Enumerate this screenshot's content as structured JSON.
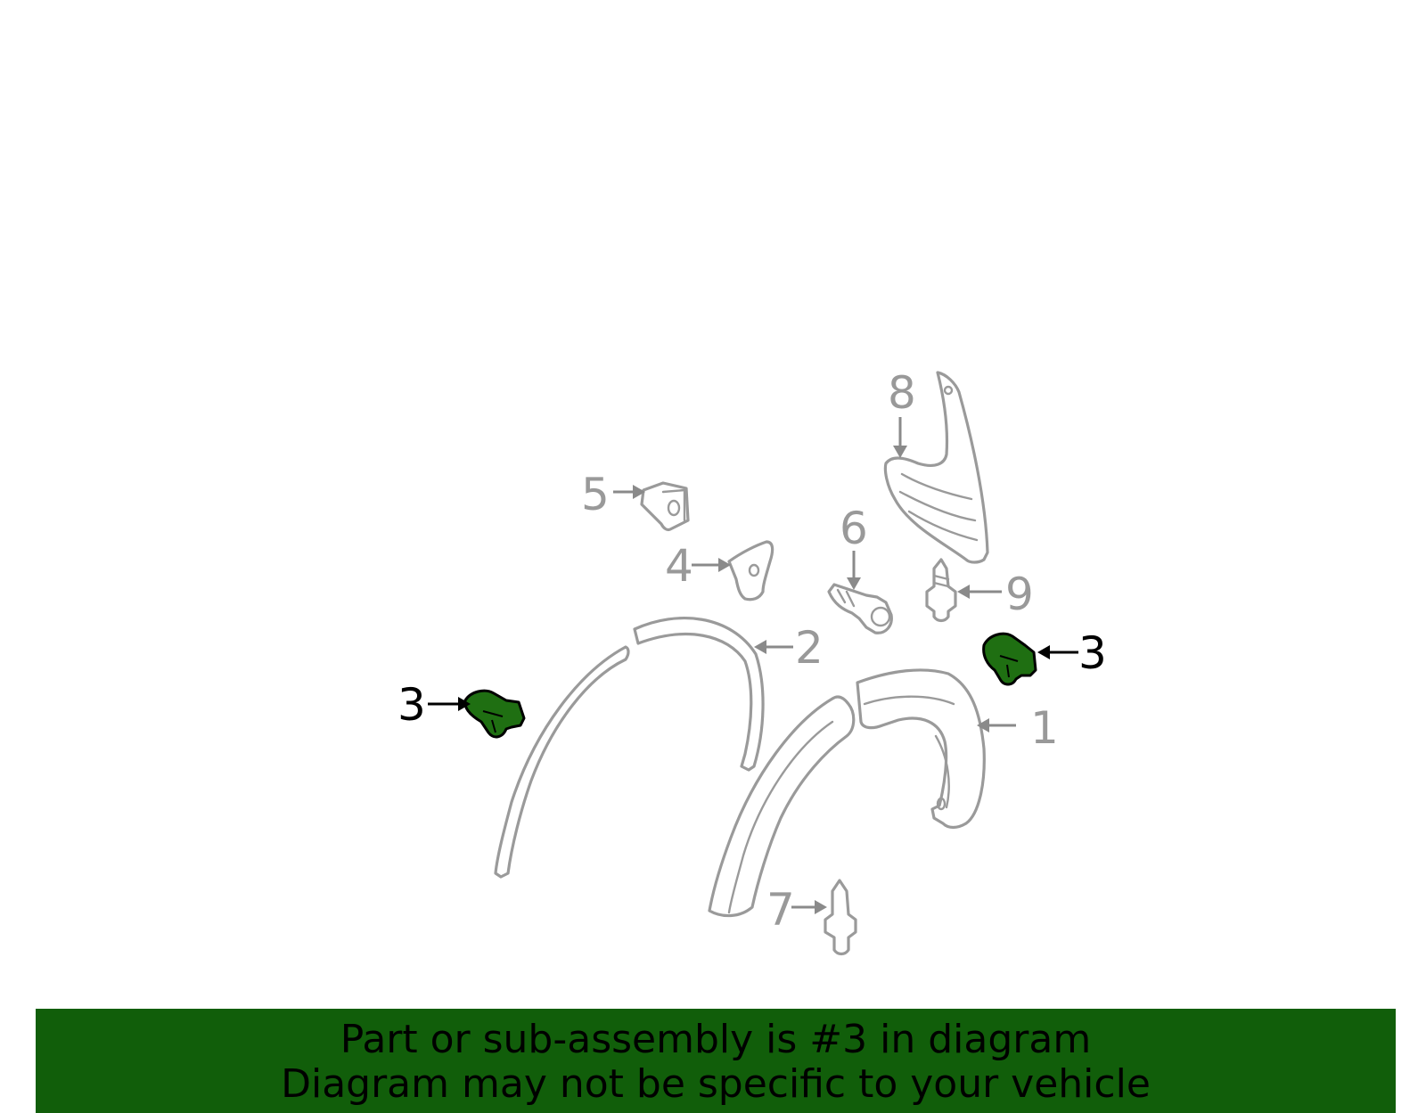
{
  "diagram": {
    "callouts": [
      {
        "id": "1",
        "label": "1"
      },
      {
        "id": "2",
        "label": "2"
      },
      {
        "id": "3a",
        "label": "3"
      },
      {
        "id": "3b",
        "label": "3"
      },
      {
        "id": "4",
        "label": "4"
      },
      {
        "id": "5",
        "label": "5"
      },
      {
        "id": "6",
        "label": "6"
      },
      {
        "id": "7",
        "label": "7"
      },
      {
        "id": "8",
        "label": "8"
      },
      {
        "id": "9",
        "label": "9"
      }
    ],
    "highlighted_part": "3",
    "colors": {
      "highlight_fill": "#1f6f12",
      "banner": "#115e0a",
      "part_outline": "#9a9a9a",
      "callout_text": "#999999"
    }
  },
  "footer": {
    "line1": "Part or sub-assembly is #3 in diagram",
    "line2": "Diagram may not be specific to your vehicle"
  }
}
